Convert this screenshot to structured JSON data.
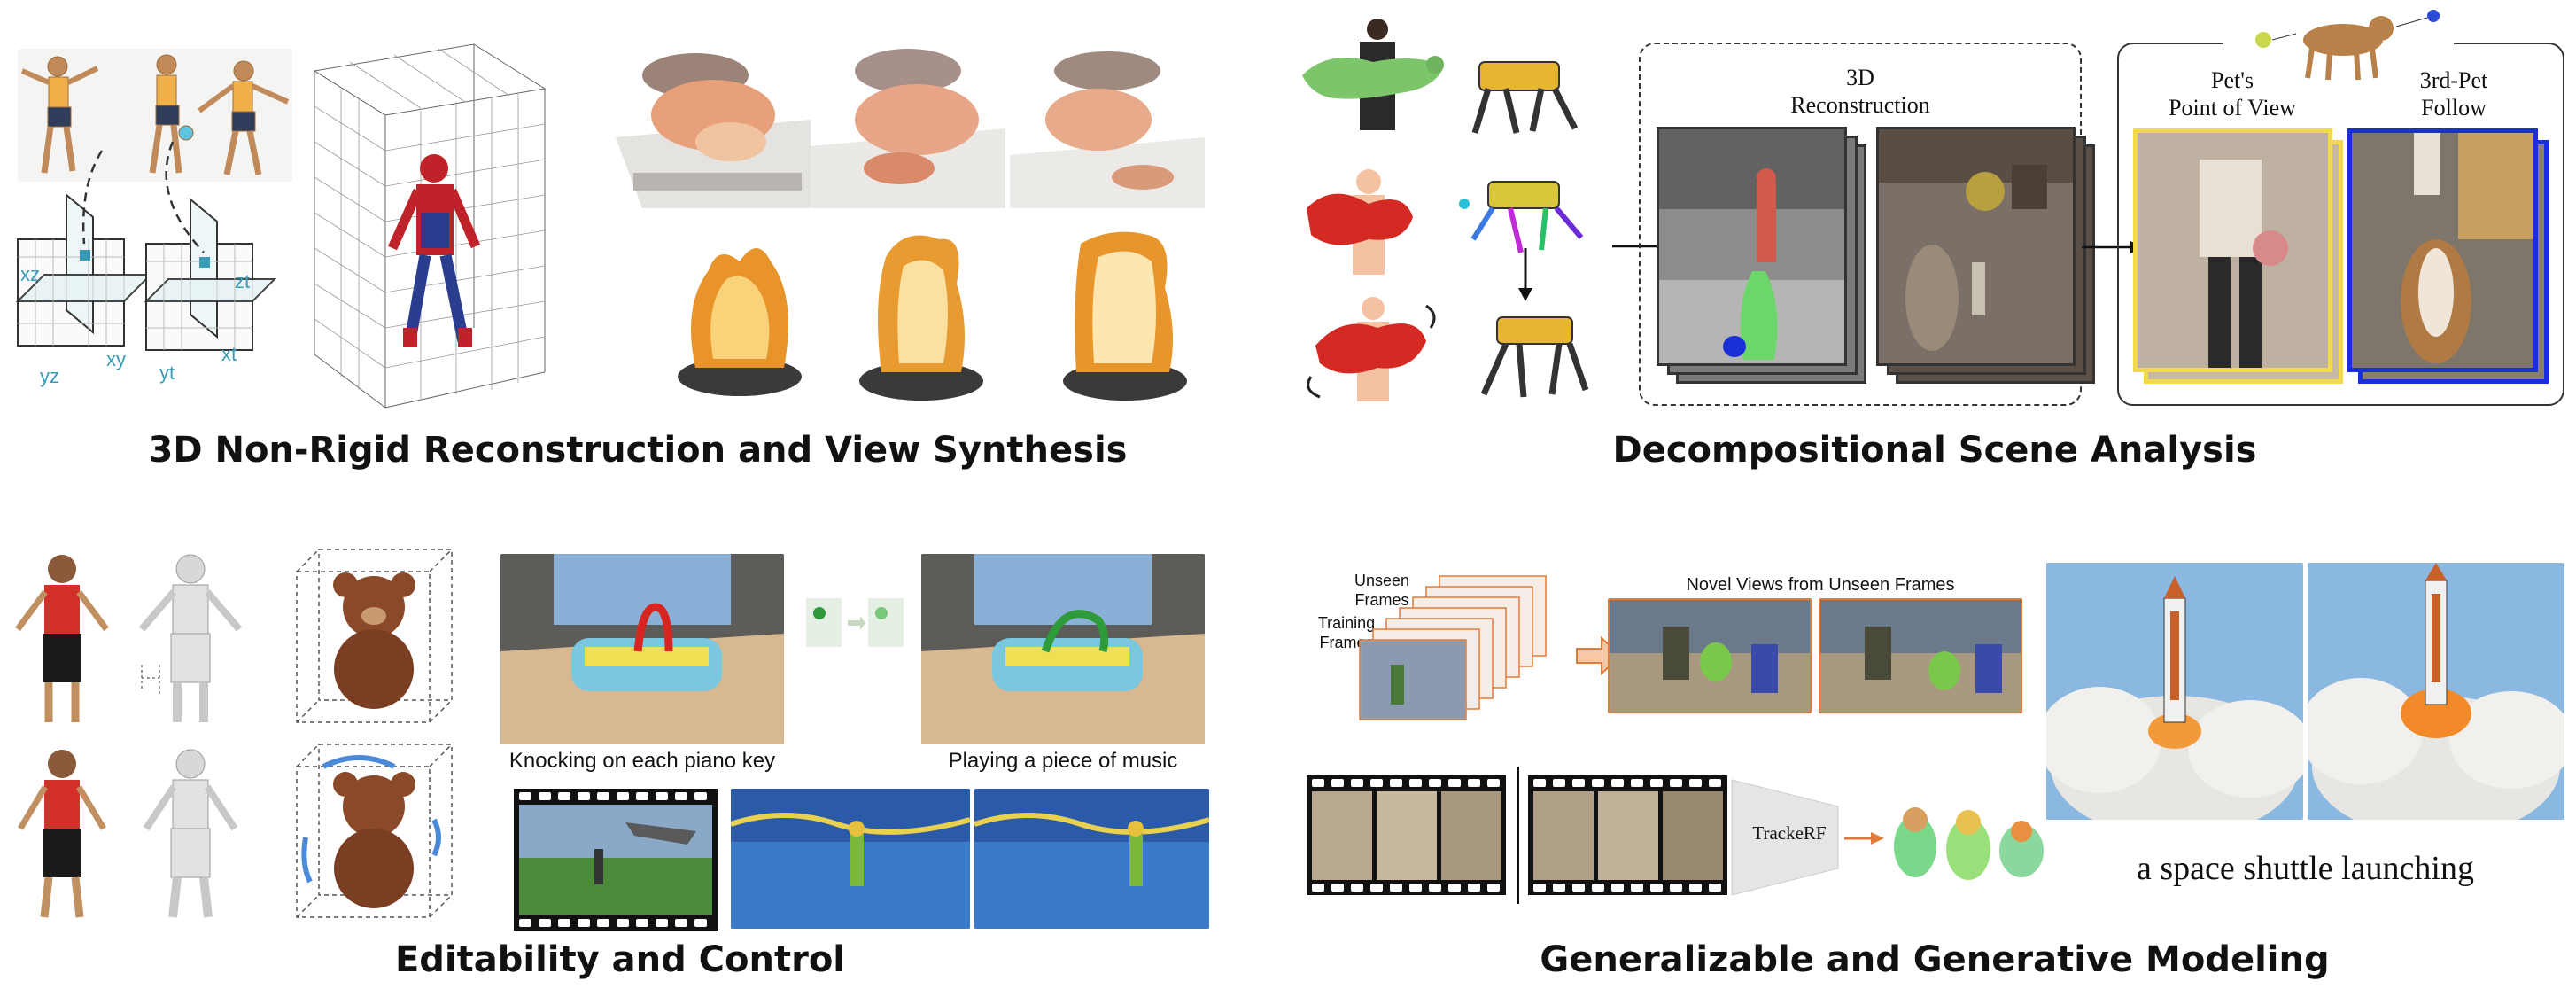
{
  "captions": {
    "top_left": "3D Non-Rigid Reconstruction and View Synthesis",
    "top_right": "Decompositional Scene Analysis",
    "bottom_left": "Editability and Control",
    "bottom_right": "Generalizable and Generative Modeling"
  },
  "plane_labels": {
    "left": [
      "xz",
      "yz",
      "xy"
    ],
    "right": [
      "zt",
      "yt",
      "xt"
    ]
  },
  "scene_analysis": {
    "reconstruction_title_line1": "3D",
    "reconstruction_title_line2": "Reconstruction",
    "pov_line1": "Pet's",
    "pov_line2": "Point of View",
    "follow_line1": "3rd-Pet",
    "follow_line2": "Follow"
  },
  "editability": {
    "piano_left_caption": "Knocking on each piano key",
    "piano_right_caption": "Playing a piece of music"
  },
  "generative": {
    "unseen_frames_line1": "Unseen",
    "unseen_frames_line2": "Frames",
    "training_frames_line1": "Training",
    "training_frames_line2": "Frames",
    "novel_views_title": "Novel Views from Unseen Frames",
    "trackerf_label": "TrackeRF",
    "shuttle_caption": "a space shuttle launching"
  },
  "colors": {
    "pov_border": "#f2d94a",
    "follow_border": "#1a2fd6",
    "arrow_orange": "#e07b39",
    "plane_cyan": "#3a9bb5",
    "green_arrow": "#2e9a3a",
    "red_arrow": "#d6261f"
  }
}
